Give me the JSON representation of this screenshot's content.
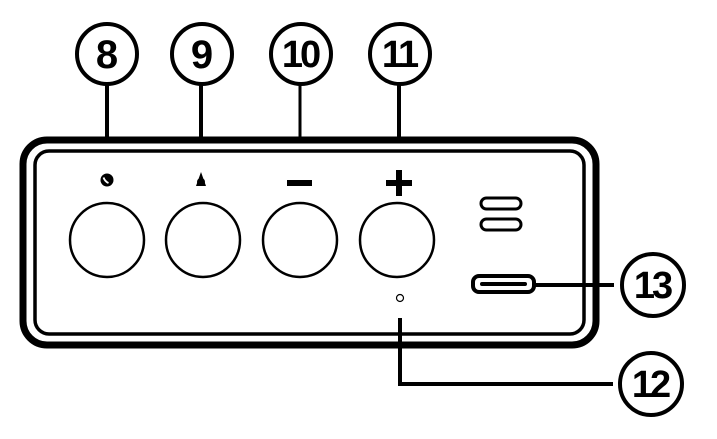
{
  "callouts": [
    {
      "id": "c8",
      "label": "8"
    },
    {
      "id": "c9",
      "label": "9"
    },
    {
      "id": "c10",
      "label": "10"
    },
    {
      "id": "c11",
      "label": "11"
    },
    {
      "id": "c12",
      "label": "12"
    },
    {
      "id": "c13",
      "label": "13"
    }
  ],
  "buttons": [
    {
      "id": "b8",
      "icon": "phone-icon"
    },
    {
      "id": "b9",
      "icon": "bluetooth-mode-icon"
    },
    {
      "id": "b10",
      "icon": "minus-icon"
    },
    {
      "id": "b11",
      "icon": "plus-icon"
    }
  ],
  "colors": {
    "line": "#000000",
    "background": "#ffffff"
  }
}
